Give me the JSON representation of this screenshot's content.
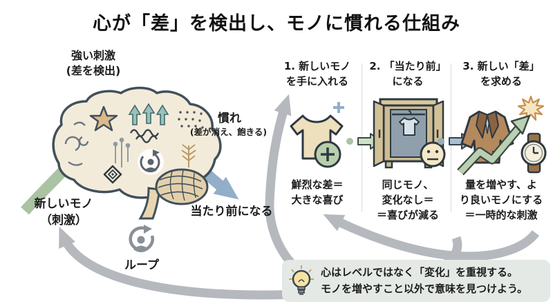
{
  "title": "心が「差」を検出し、モノに慣れる仕組み",
  "brain": {
    "strong_stimulus": "強い刺激\n(差を検出)",
    "habituation": "慣れ",
    "habituation_sub": "(差が消え、飽きる)",
    "new_thing": "新しいモノ\n（刺激）",
    "becomes_normal": "当たり前になる",
    "loop": "ループ"
  },
  "steps": [
    {
      "label": "1. 新しいモノ\nを手に入れる",
      "icon": "tshirt-plus-icon",
      "caption": "鮮烈な差＝\n大きな喜び"
    },
    {
      "label": "2. 「当たり前」\nになる",
      "icon": "wardrobe-neutral-face-icon",
      "caption": "同じモノ、\n変化なし＝\n＝喜びが減る"
    },
    {
      "label": "3. 新しい「差」\nを求める",
      "icon": "jacket-watch-growth-icon",
      "caption": "量を増やす、よ\nり良いモノにする\n＝一時的な刺激"
    }
  ],
  "note": {
    "icon": "lightbulb-icon",
    "text": "心はレベルではなく「変化」を重視する。\nモノを増やすこと以外で意味を見つけよう。"
  },
  "colors": {
    "green_arrow": "#a9c3a3",
    "blue_arrow": "#93aec9",
    "gray_arrow": "#b5b9bd",
    "teal_accent": "#7aa39f",
    "brain_fill": "#f3ebd9",
    "outline": "#41505b",
    "star": "#daba8a",
    "note_bg": "#e4e9e6",
    "bulb": "#f5e3a1"
  }
}
